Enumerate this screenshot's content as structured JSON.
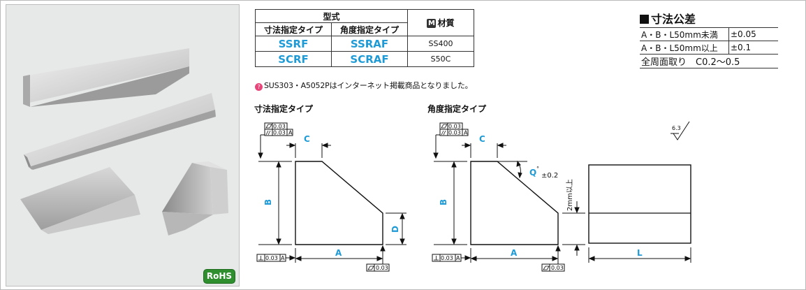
{
  "header_cols": {
    "model": "型式",
    "dim_type": "寸法指定タイプ",
    "angle_type": "角度指定タイプ",
    "material": "材質",
    "material_icon": "M"
  },
  "rows": [
    {
      "dim": "SSRF",
      "angle": "SSRAF",
      "material": "SS400"
    },
    {
      "dim": "SCRF",
      "angle": "SCRAF",
      "material": "S50C"
    }
  ],
  "note": "SUS303・A5052Pはインターネット掲載商品となりました。",
  "diagram_titles": {
    "dim": "寸法指定タイプ",
    "angle": "角度指定タイプ"
  },
  "tolerance": {
    "title": "寸法公差",
    "rows": [
      {
        "label": "A・B・L50mm未満",
        "value": "±0.05"
      },
      {
        "label": "A・B・L50mm以上",
        "value": "±0.1"
      }
    ],
    "chamfer": "全周面取り　C0.2〜0.5"
  },
  "labels": {
    "A": "A",
    "B": "B",
    "C": "C",
    "D": "D",
    "L": "L",
    "Q": "Q",
    "flat": "0.03",
    "par": "0.03",
    "par_ref": "A",
    "perp": "0.03",
    "perp_ref": "A",
    "q_tol": "±0.2",
    "deg": "°",
    "roughness": "6.3",
    "side_note": "2mm以上"
  },
  "badge": "RoHS"
}
